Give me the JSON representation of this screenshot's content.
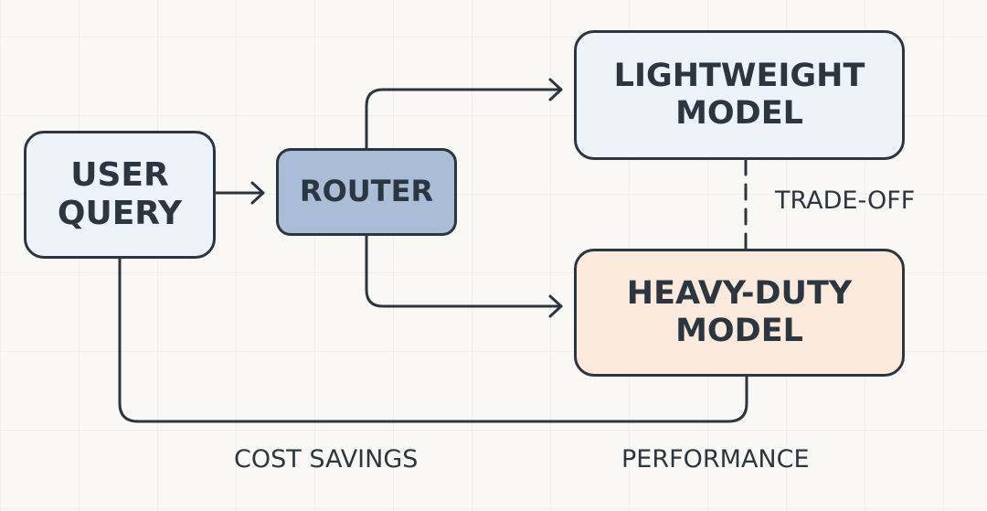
{
  "diagram": {
    "nodes": {
      "user_query": {
        "line1": "USER",
        "line2": "QUERY"
      },
      "router": {
        "label": "ROUTER"
      },
      "lightweight": {
        "line1": "LIGHTWEIGHT",
        "line2": "MODEL"
      },
      "heavy": {
        "line1": "HEAVY-DUTY",
        "line2": "MODEL"
      }
    },
    "labels": {
      "trade_off": "TRADE-OFF",
      "cost_savings": "COST SAVINGS",
      "performance": "PERFORMANCE"
    },
    "colors": {
      "stroke": "#2b3640",
      "user_query_fill": "#edf3f8",
      "router_fill": "#a9bdd6",
      "lightweight_fill": "#edf3f8",
      "heavy_fill": "#fcebdc",
      "background": "#f9f8f5"
    }
  }
}
